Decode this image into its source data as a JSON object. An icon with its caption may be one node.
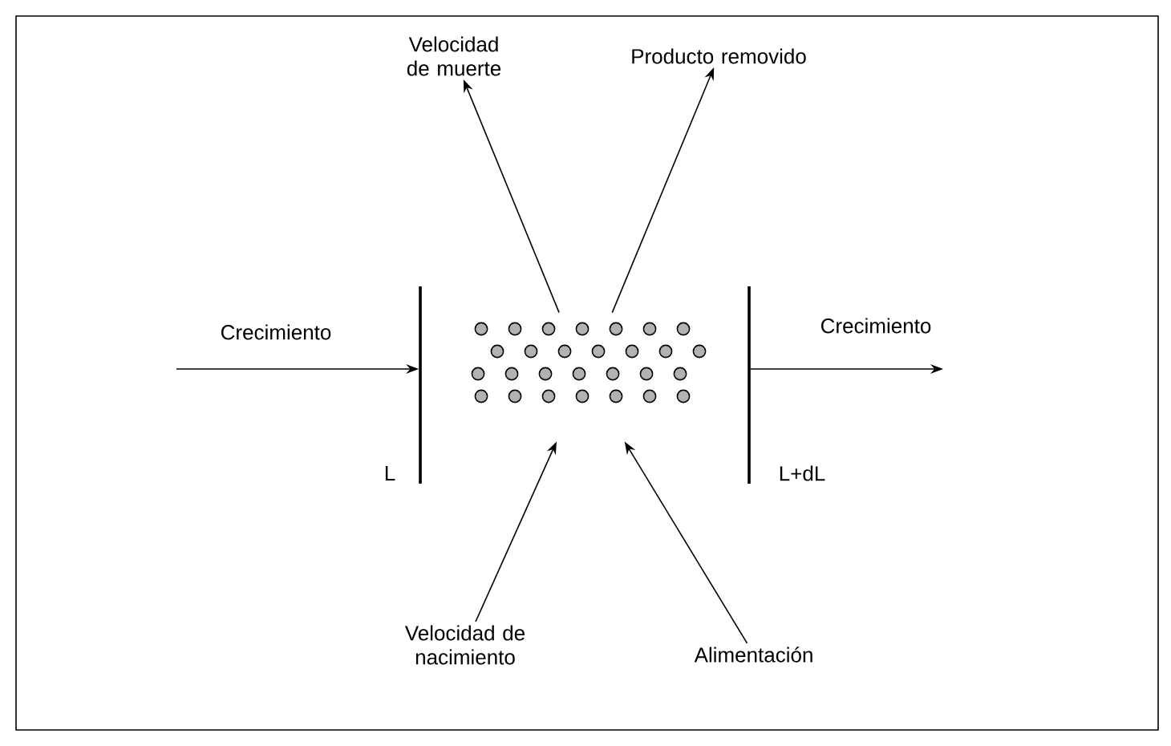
{
  "diagram": {
    "nodes": [
      {
        "text": [
          "Velocidad de muerte"
        ]
      },
      {
        "text": [
          "Producto removido"
        ]
      },
      {
        "text": [],
        "shape": "bar",
        "beside": [
          "L"
        ]
      },
      {
        "text": [],
        "shape": "particles"
      },
      {
        "text": [],
        "shape": "bar",
        "beside": [
          "L+dL"
        ]
      },
      {
        "text": [
          "Velocidad de nacimiento"
        ]
      },
      {
        "text": [
          "Alimentación"
        ]
      }
    ],
    "edges": [
      {
        "from": null,
        "to": 2,
        "arrow": "to",
        "label": "Crecimiento"
      },
      {
        "from": 4,
        "to": null,
        "arrow": "to",
        "label": "Crecimiento"
      },
      {
        "from": 3,
        "to": 0,
        "arrow": "to"
      },
      {
        "from": 3,
        "to": 1,
        "arrow": "to"
      },
      {
        "from": 5,
        "to": 3,
        "arrow": "to"
      },
      {
        "from": 6,
        "to": 3,
        "arrow": "to"
      }
    ]
  }
}
